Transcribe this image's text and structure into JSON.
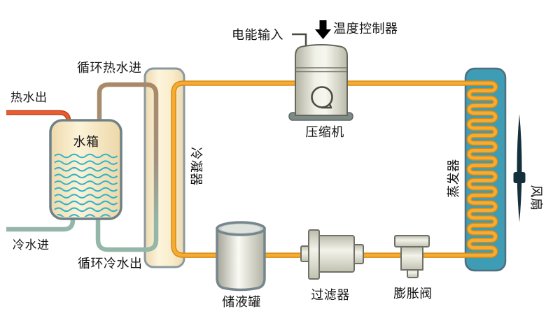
{
  "diagram": {
    "labels": {
      "hot_water_out": "热水出",
      "circulating_hot_water_in": "循环热水进",
      "water_tank": "水箱",
      "cold_water_in": "冷水进",
      "circulating_cold_water_out": "循环冷水出",
      "condenser": "冷凝器",
      "electric_input": "电能输入",
      "temperature_controller": "温度控制器",
      "compressor": "压缩机",
      "evaporator": "蒸发器",
      "fan": "风扇",
      "liquid_receiver": "储液罐",
      "filter": "过滤器",
      "expansion_valve": "膨胀阀"
    },
    "colors": {
      "hot_water_pipe": "#dc4f26",
      "circulating_hot_pipe": "#a98a68",
      "cold_water_pipe": "#95b7a9",
      "refrigerant_pipe": "#f2a326",
      "condenser_fill": "#f7e9c9",
      "evaporator_fill": "#3e9cb5",
      "tank_wave": "#2eb4c9",
      "metal_light": "#f4f4ec",
      "fan_blade": "#14303d",
      "temp_arrow": "#000000"
    }
  }
}
